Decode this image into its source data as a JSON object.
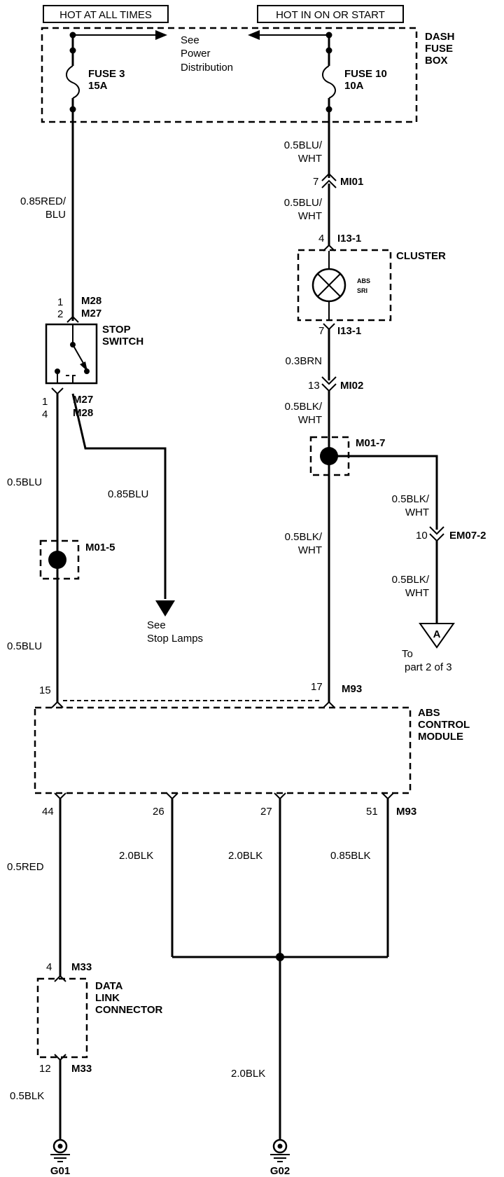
{
  "headers": {
    "left": "HOT AT ALL TIMES",
    "right": "HOT IN ON OR START"
  },
  "dash_fuse_box": {
    "title_line1": "DASH",
    "title_line2": "FUSE",
    "title_line3": "BOX",
    "see_line1": "See",
    "see_line2": "Power",
    "see_line3": "Distribution",
    "fuse3_name": "FUSE 3",
    "fuse3_rating": "15A",
    "fuse10_name": "FUSE 10",
    "fuse10_rating": "10A"
  },
  "wires": {
    "red_blu_1": "0.85RED/",
    "red_blu_2": "BLU",
    "blu_wht_a1": "0.5BLU/",
    "blu_wht_a2": "WHT",
    "blu_wht_b1": "0.5BLU/",
    "blu_wht_b2": "WHT",
    "brn": "0.3BRN",
    "blk_wht_a1": "0.5BLK/",
    "blk_wht_a2": "WHT",
    "blk_wht_b1": "0.5BLK/",
    "blk_wht_b2": "WHT",
    "blk_wht_c1": "0.5BLK/",
    "blk_wht_c2": "WHT",
    "blk_wht_d1": "0.5BLK/",
    "blk_wht_d2": "WHT",
    "blu_a": "0.5BLU",
    "blu_b": "0.5BLU",
    "blu_085": "0.85BLU",
    "red": "0.5RED",
    "blk_26": "2.0BLK",
    "blk_27": "2.0BLK",
    "blk_51": "0.85BLK",
    "blk_g02": "2.0BLK",
    "blk_g01": "0.5BLK"
  },
  "connectors": {
    "mi01_pin": "7",
    "mi01": "MI01",
    "i13_top_pin": "4",
    "i13_top": "I13-1",
    "i13_bot_pin": "7",
    "i13_bot": "I13-1",
    "mi02_pin": "13",
    "mi02": "MI02",
    "m01_7": "M01-7",
    "em07_pin": "10",
    "em07": "EM07-2",
    "m01_5": "M01-5",
    "sw_top_pin1": "1",
    "sw_top_pin2": "2",
    "sw_top_m28": "M28",
    "sw_top_m27": "M27",
    "sw_bot_pin1": "1",
    "sw_bot_pin2": "4",
    "sw_bot_m27": "M27",
    "sw_bot_m28": "M28",
    "abs_pin15": "15",
    "abs_pin17": "17",
    "abs_m93_top": "M93",
    "abs_pin44": "44",
    "abs_pin26": "26",
    "abs_pin27": "27",
    "abs_pin51": "51",
    "abs_m93_bot": "M93",
    "dlc_pin4": "4",
    "dlc_m33_top": "M33",
    "dlc_pin12": "12",
    "dlc_m33_bot": "M33"
  },
  "components": {
    "cluster": "CLUSTER",
    "lamp_abs": "ABS",
    "lamp_sri": "SRI",
    "stop_switch_1": "STOP",
    "stop_switch_2": "SWITCH",
    "abs_1": "ABS",
    "abs_2": "CONTROL",
    "abs_3": "MODULE",
    "dlc_1": "DATA",
    "dlc_2": "LINK",
    "dlc_3": "CONNECTOR"
  },
  "refs": {
    "stop_lamps_1": "See",
    "stop_lamps_2": "Stop Lamps",
    "part2_letter": "A",
    "part2_1": "To",
    "part2_2": "part 2 of 3"
  },
  "grounds": {
    "g01": "G01",
    "g02": "G02"
  }
}
